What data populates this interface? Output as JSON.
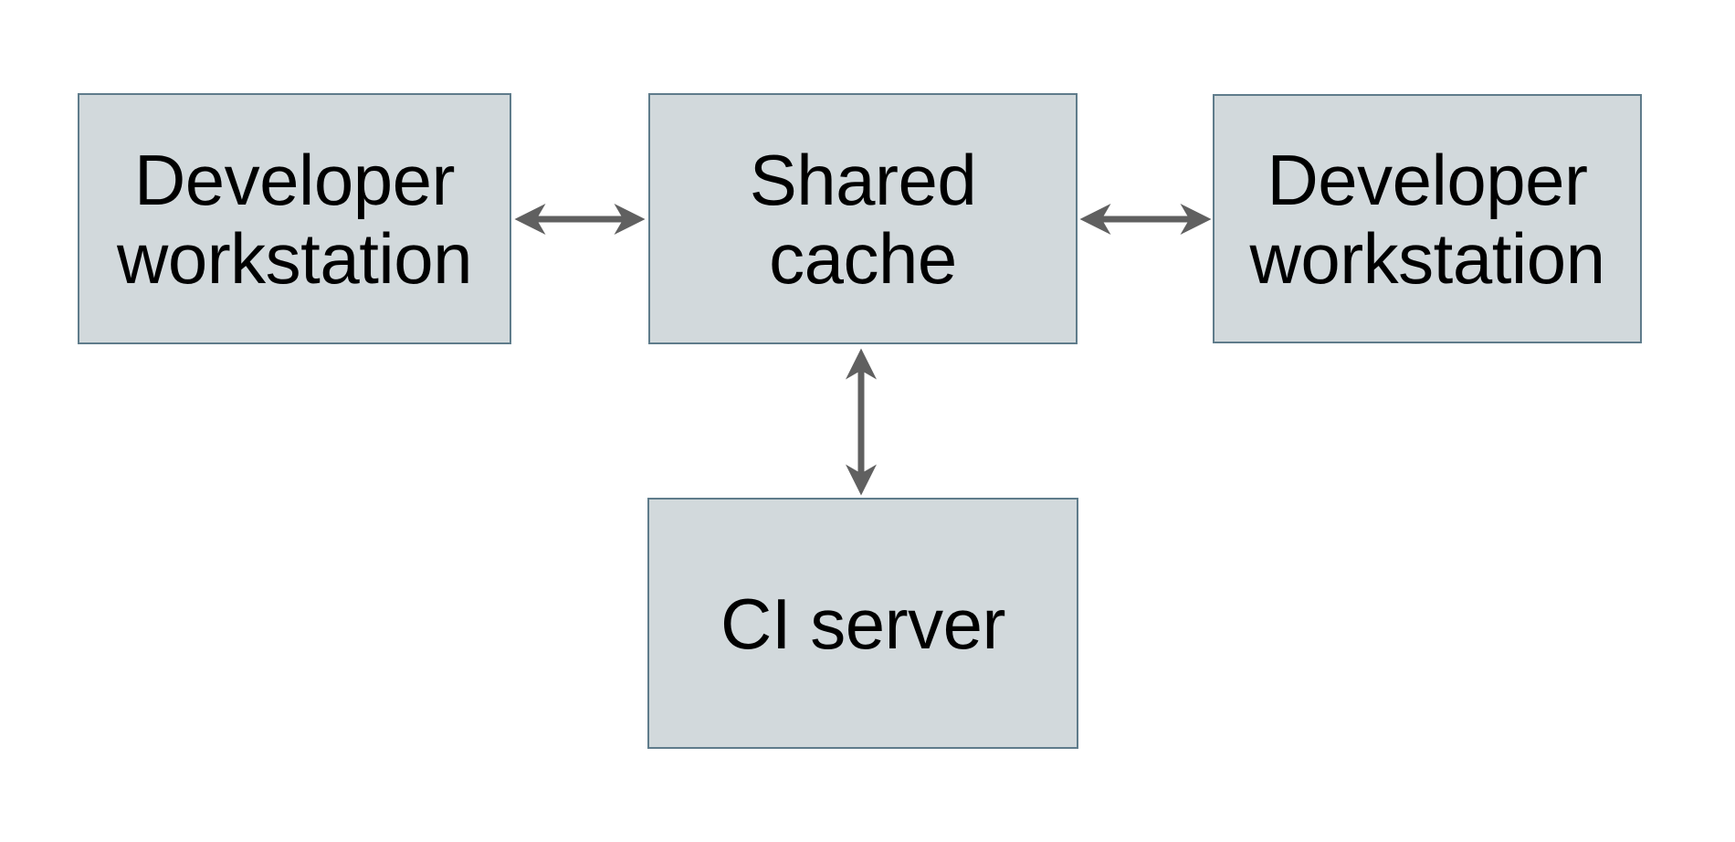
{
  "diagram": {
    "type": "architecture-diagram",
    "nodes": [
      {
        "id": "developer-workstation-left",
        "label": "Developer workstation",
        "lines": [
          "Developer",
          "workstation"
        ]
      },
      {
        "id": "shared-cache",
        "label": "Shared cache",
        "lines": [
          "Shared",
          "cache"
        ]
      },
      {
        "id": "developer-workstation-right",
        "label": "Developer workstation",
        "lines": [
          "Developer",
          "workstation"
        ]
      },
      {
        "id": "ci-server",
        "label": "CI server",
        "lines": [
          "CI server"
        ]
      }
    ],
    "edges": [
      {
        "from": "developer-workstation-left",
        "to": "shared-cache",
        "direction": "bidirectional"
      },
      {
        "from": "shared-cache",
        "to": "developer-workstation-right",
        "direction": "bidirectional"
      },
      {
        "from": "shared-cache",
        "to": "ci-server",
        "direction": "bidirectional"
      }
    ],
    "colors": {
      "background": "#ffffff",
      "node_fill": "#d2d9dc",
      "node_border": "#5f7c8b",
      "arrow": "#606060",
      "text": "#000000"
    }
  }
}
